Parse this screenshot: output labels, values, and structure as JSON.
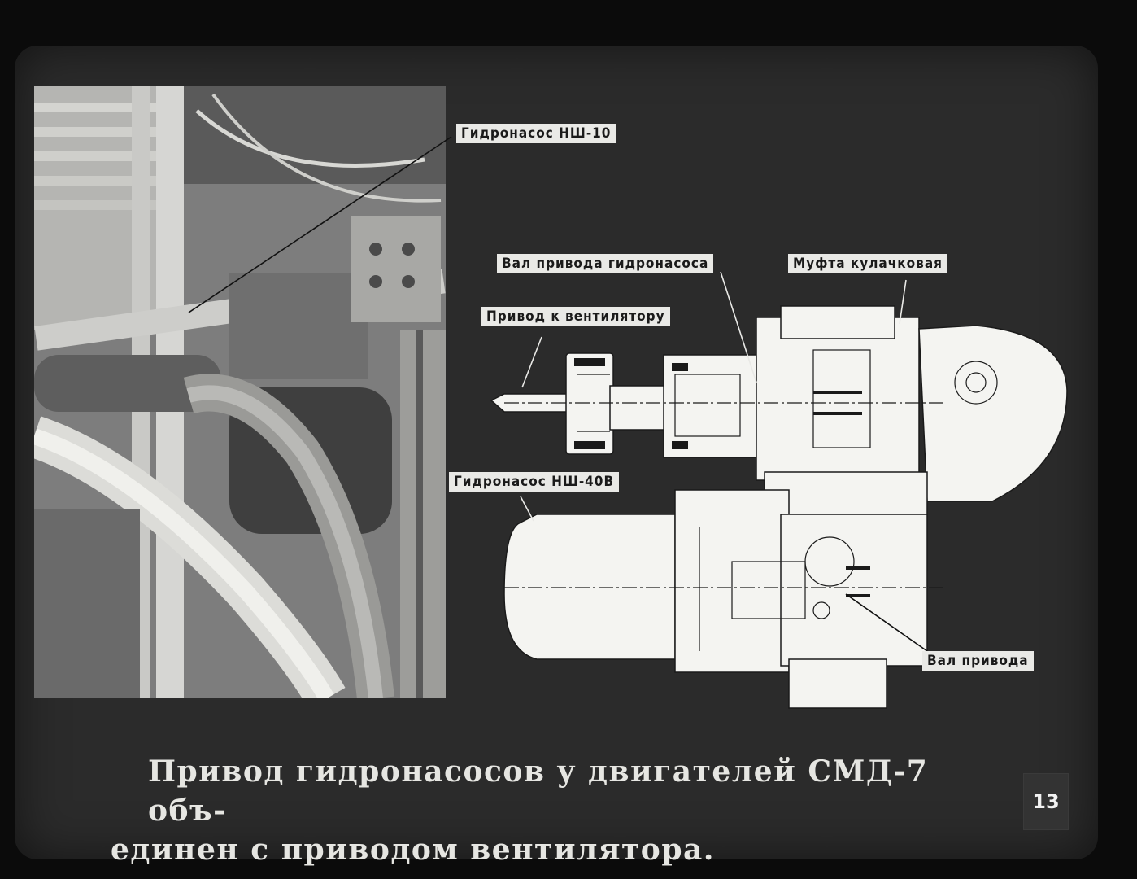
{
  "labels": {
    "pump_nsh10": "Гидронасос НШ-10",
    "shaft_pump_drive": "Вал привода гидронасоса",
    "cam_clutch": "Муфта кулачковая",
    "fan_drive": "Привод к вентилятору",
    "pump_nsh40v": "Гидронасос НШ-40В",
    "drive_shaft": "Вал привода"
  },
  "caption": {
    "line1": "Привод гидронасосов у двигателей СМД-7 объ-",
    "line2": "единен с приводом вентилятора."
  },
  "page_number": "13",
  "colors": {
    "frame": "#2b2b2b",
    "label_bg": "#e9e9e6",
    "caption_text": "#e6e6e2"
  }
}
